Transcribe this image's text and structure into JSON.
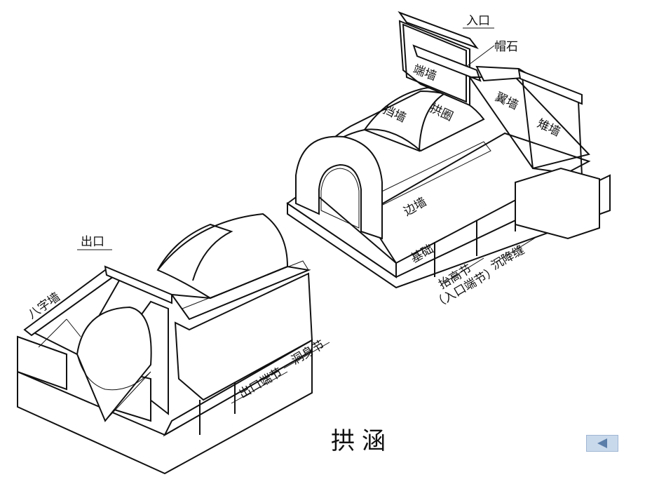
{
  "title": "拱涵",
  "labels": {
    "inlet": "入口",
    "cap_stone": "帽石",
    "end_wall": "端墙",
    "wing_wall": "翼墙",
    "cone_wall": "雉墙",
    "retaining_wall": "挡墙",
    "arch_ring": "拱圈",
    "side_wall": "边墙",
    "foundation": "基础",
    "raised_section": "抬高节",
    "raised_section_note": "（入口端节）",
    "settlement_joint": "沉降缝",
    "outlet": "出口",
    "splay_wall": "八字墙",
    "outlet_end_section": "出口端节",
    "barrel_section": "洞身节"
  },
  "nav": {
    "back_icon": "back-arrow-icon"
  }
}
